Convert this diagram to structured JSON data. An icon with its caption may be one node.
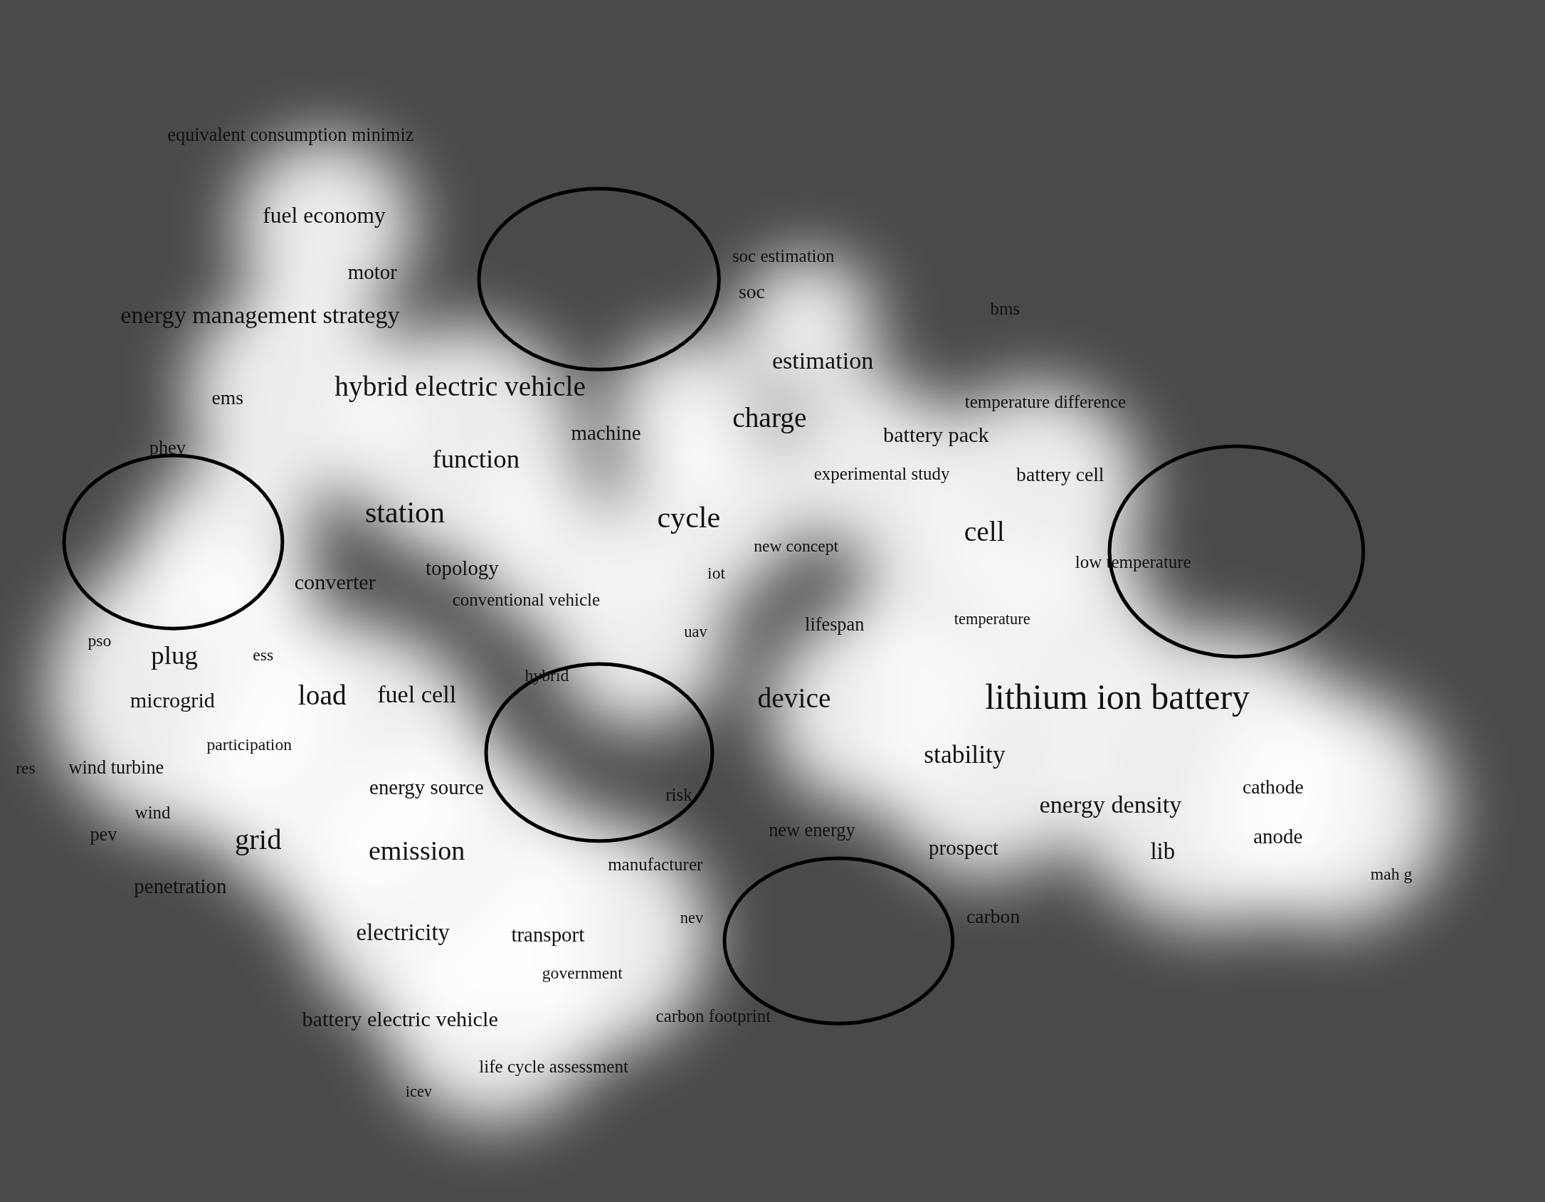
{
  "diagram": {
    "nodes": [
      {
        "text": [],
        "shape": "circle"
      },
      {
        "text": [],
        "shape": "circle"
      },
      {
        "text": [],
        "shape": "circle"
      },
      {
        "text": [],
        "shape": "circle"
      },
      {
        "text": [],
        "shape": "circle"
      }
    ],
    "labels": [
      "equivalent consumption minimiz",
      "fuel economy",
      "motor",
      "soc estimation",
      "soc",
      "energy management strategy",
      "bms",
      "estimation",
      "hybrid electric vehicle",
      "ems",
      "temperature difference",
      "charge",
      "machine",
      "battery pack",
      "phev",
      "function",
      "experimental study",
      "battery cell",
      "station",
      "cycle",
      "cell",
      "new concept",
      "low temperature",
      "converter",
      "topology",
      "iot",
      "conventional vehicle",
      "uav",
      "lifespan",
      "temperature",
      "pso",
      "plug",
      "ess",
      "microgrid",
      "load",
      "fuel cell",
      "hybrid",
      "device",
      "lithium ion battery",
      "participation",
      "stability",
      "res",
      "wind turbine",
      "wind",
      "energy source",
      "risk",
      "energy density",
      "cathode",
      "pev",
      "grid",
      "emission",
      "new energy",
      "prospect",
      "lib",
      "anode",
      "penetration",
      "manufacturer",
      "mah g",
      "nev",
      "carbon",
      "electricity",
      "transport",
      "government",
      "battery electric vehicle",
      "carbon footprint",
      "life cycle assessment",
      "icev"
    ]
  }
}
